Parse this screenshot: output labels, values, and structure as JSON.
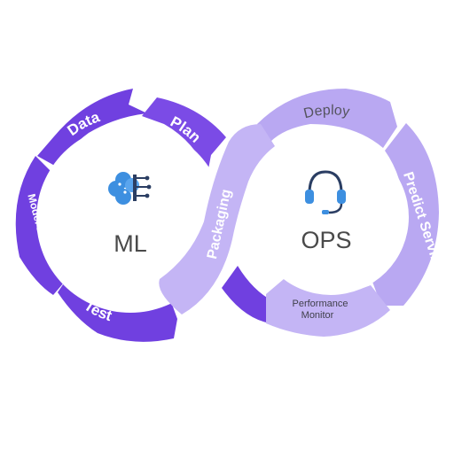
{
  "diagram": {
    "ml": {
      "center_label": "ML",
      "icon": "brain-circuit-icon",
      "stages": {
        "data": "Data",
        "plan": "Plan",
        "model_build": "Model Build",
        "test": "Test"
      }
    },
    "ops": {
      "center_label": "OPS",
      "icon": "headset-icon",
      "stages": {
        "deploy": "Deploy",
        "predict_serving": "Predict Serving",
        "performance_monitor_line1": "Performance",
        "performance_monitor_line2": "Monitor",
        "packaging": "Packaging"
      }
    },
    "colors": {
      "ml_dark": "#7040e0",
      "ml_mid": "#7b4be6",
      "ops_light": "#b9a8f2",
      "ops_soft": "#c4b5f5",
      "icon_blue": "#3d8fe0",
      "icon_dark": "#2b3e63",
      "text_gray": "#4a4a4a"
    }
  }
}
